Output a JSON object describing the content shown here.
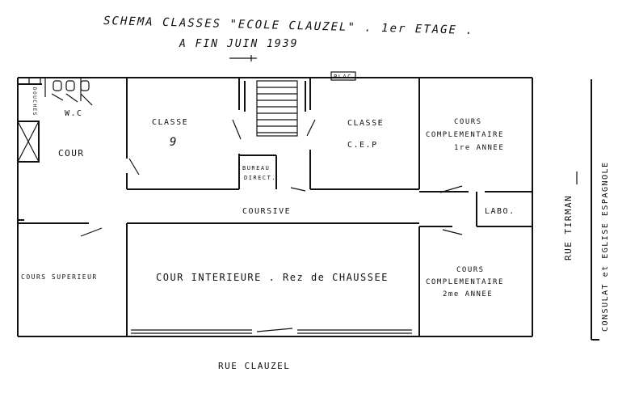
{
  "title": {
    "line1": "SCHEMA CLASSES \"ECOLE CLAUZEL\" . 1er ETAGE .",
    "line2": "A FIN JUIN 1939"
  },
  "rooms": {
    "douches": "DOUCHES",
    "wc": "W.C",
    "cour": "COUR",
    "classe9_name": "CLASSE",
    "classe9_num": "9",
    "bureau_l1": "BUREAU",
    "bureau_l2": "DIRECT.",
    "classe_cep_name": "CLASSE",
    "classe_cep_sub": "C.E.P",
    "cc1_l1": "COURS",
    "cc1_l2": "COMPLEMENTAIRE",
    "cc1_l3": "1re ANNEE",
    "placard": "PLAC.",
    "coursive": "COURSIVE",
    "labo": "LABO.",
    "cours_superieur": "COURS SUPERIEUR",
    "cour_interieure": "COUR INTERIEURE . Rez de CHAUSSEE",
    "cc2_l1": "COURS",
    "cc2_l2": "COMPLEMENTAIRE",
    "cc2_l3": "2me ANNEE"
  },
  "streets": {
    "rue_clauzel": "RUE CLAUZEL",
    "rue_tirman": "RUE TIRMAN",
    "consulat": "CONSULAT et EGLISE ESPAGNOLE"
  }
}
